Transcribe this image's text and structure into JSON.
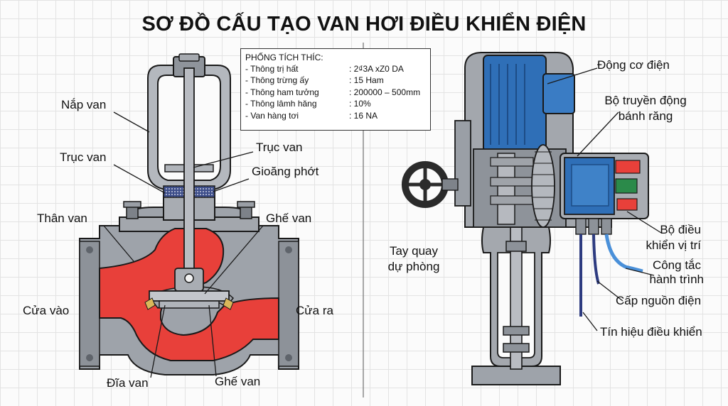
{
  "title": "SƠ ĐỒ CẤU TẠO VAN HƠI ĐIỀU KHIỂN ĐIỆN",
  "spec_table": {
    "heading": "PHỐNG TÍCH THÍC:",
    "rows": [
      {
        "key": "- Thông trị hất",
        "value": ": 2₫3A xZ0 DA"
      },
      {
        "key": "- Thông trừng ấy",
        "value": ": 15 Ham"
      },
      {
        "key": "- Thông ham tưởng",
        "value": ": 200000 – 500mm"
      },
      {
        "key": "- Thông lâmh hăng",
        "value": ": 10%"
      },
      {
        "key": "- Van hàng tơi",
        "value": ": 16 NA"
      }
    ]
  },
  "valve_labels": {
    "bonnet": "Nắp van",
    "stem_left": "Trục van",
    "stem_right": "Trục van",
    "packing": "Gioăng phớt",
    "body": "Thân van",
    "seat_top": "Ghế van",
    "inlet": "Cửa vào",
    "outlet": "Cửa ra",
    "disc": "Đĩa van",
    "seat_bottom": "Ghế van"
  },
  "actuator_labels": {
    "motor": "Động cơ điện",
    "gear_line1": "Bộ truyền động",
    "gear_line2": "bánh răng",
    "handwheel_line1": "Tay quay",
    "handwheel_line2": "dự phòng",
    "positioner_line1": "Bộ điều",
    "positioner_line2": "khiển vị trí",
    "limit_line1": "Công tắc",
    "limit_line2": "hành trình",
    "power": "Cấp nguồn điện",
    "signal": "Tín hiệu điều khiển"
  },
  "colors": {
    "fluid_red": "#e8403a",
    "metal_gray": "#9a9fa6",
    "motor_blue": "#2f6fb7",
    "outline": "#1a1a1a"
  }
}
